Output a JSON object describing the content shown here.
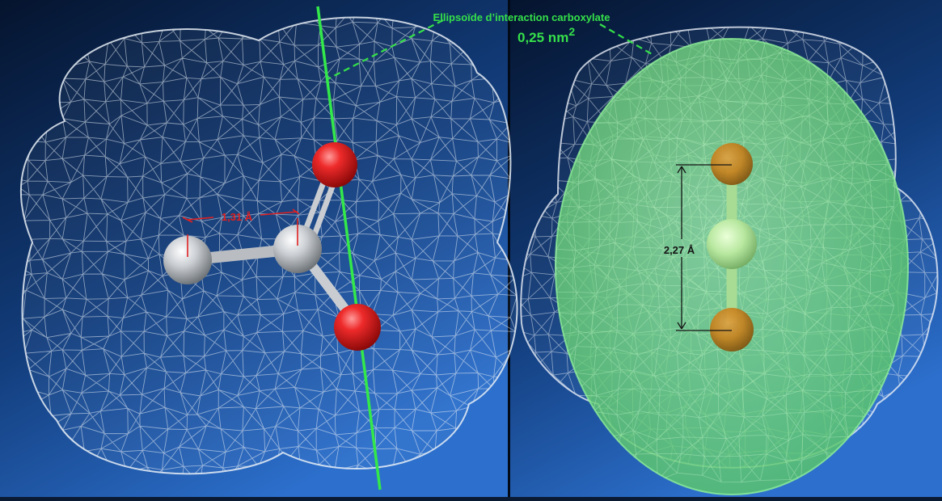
{
  "annotation": {
    "title": "Ellipsoïde d’interaction carboxylate",
    "area_value": "0,25 nm",
    "area_exponent": "2"
  },
  "left_panel": {
    "bond_label": "1,31 Å"
  },
  "right_panel": {
    "distance_label": "2,27 Å"
  },
  "colors": {
    "bg_dark": "#071a3c",
    "bg_light": "#2a6cc8",
    "mesh": "#e8eef6",
    "oxygen": "#e01a1a",
    "carbon": "#c8ccd0",
    "axis_line": "#33e84a",
    "ellipsoid": "#7fe08a",
    "label_green": "#35e04a",
    "measure_red": "#e02020",
    "measure_dark": "#141414"
  }
}
